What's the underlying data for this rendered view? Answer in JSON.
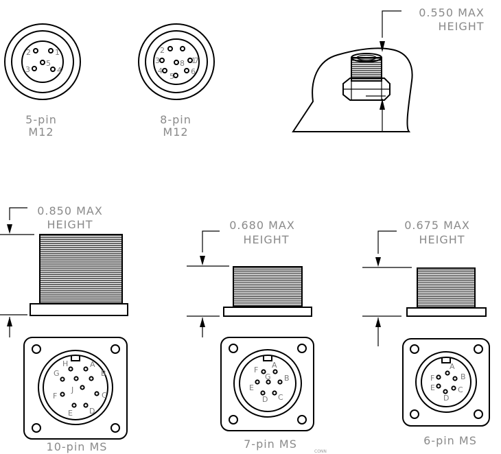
{
  "connectors": {
    "m12_5pin": {
      "caption_line1": "5-pin",
      "caption_line2": "M12",
      "pins": [
        "1",
        "2",
        "3",
        "4",
        "5"
      ]
    },
    "m12_8pin": {
      "caption_line1": "8-pin",
      "caption_line2": "M12",
      "pins": [
        "1",
        "2",
        "3",
        "4",
        "5",
        "6",
        "7",
        "8"
      ]
    },
    "m12_side": {
      "dim_line1": "0.550 MAX",
      "dim_line2": "HEIGHT"
    },
    "ms_10pin": {
      "caption": "10-pin MS",
      "dim_line1": "0.850 MAX",
      "dim_line2": "HEIGHT",
      "pins": [
        "A",
        "B",
        "C",
        "D",
        "E",
        "F",
        "G",
        "H",
        "J"
      ]
    },
    "ms_7pin": {
      "caption": "7-pin MS",
      "dim_line1": "0.680 MAX",
      "dim_line2": "HEIGHT",
      "pins": [
        "A",
        "B",
        "C",
        "D",
        "E",
        "F",
        "G"
      ],
      "tag": "CONN"
    },
    "ms_6pin": {
      "caption": "6-pin MS",
      "dim_line1": "0.675 MAX",
      "dim_line2": "HEIGHT",
      "pins": [
        "A",
        "B",
        "C",
        "D",
        "E",
        "F"
      ]
    }
  }
}
